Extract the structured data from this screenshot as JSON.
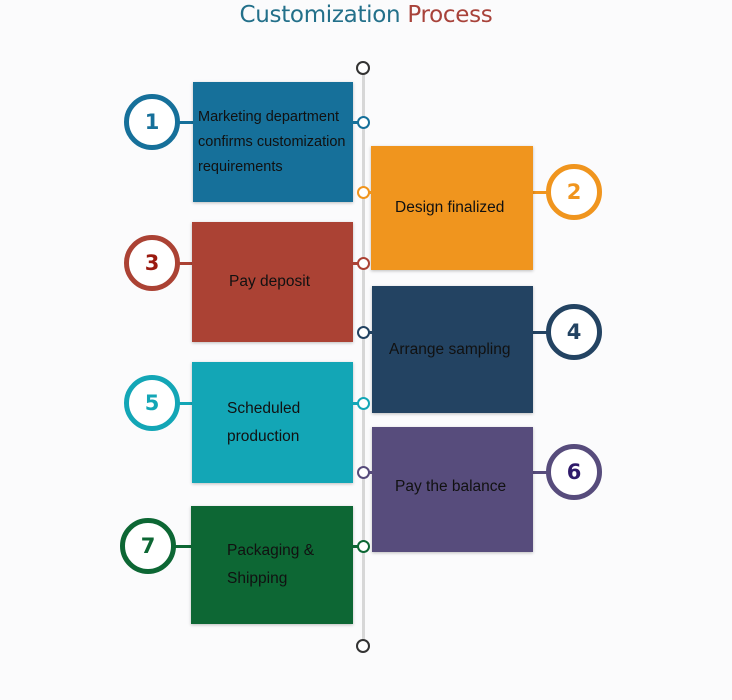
{
  "title": {
    "word1": "Customization",
    "word2": "Process"
  },
  "steps": [
    {
      "number": "1",
      "text": "Marketing department confirms customization requirements",
      "color": "#16709a"
    },
    {
      "number": "2",
      "text": "Design finalized",
      "color": "#f0951e"
    },
    {
      "number": "3",
      "text": "Pay deposit",
      "color": "#ab4234"
    },
    {
      "number": "4",
      "text": "Arrange sampling",
      "color": "#234362"
    },
    {
      "number": "5",
      "text": "Scheduled production",
      "color": "#13a6b6"
    },
    {
      "number": "6",
      "text": "Pay the balance",
      "color": "#574c7c"
    },
    {
      "number": "7",
      "text": "Packaging & Shipping",
      "color": "#0d6734"
    }
  ]
}
